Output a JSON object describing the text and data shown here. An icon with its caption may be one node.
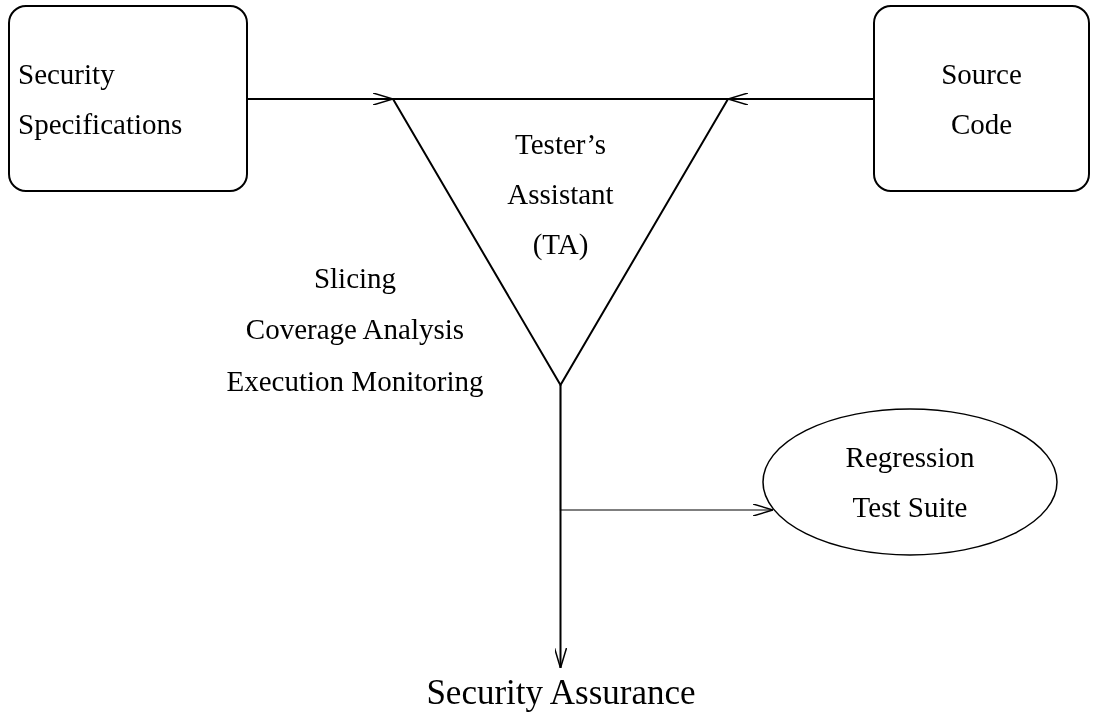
{
  "diagram": {
    "nodes": [
      {
        "text": [
          "Security Specifications"
        ]
      },
      {
        "text": [
          "Source Code"
        ]
      },
      {
        "text": [
          "Tester’s Assistant (TA)"
        ]
      },
      {
        "text": [
          "Regression Test Suite"
        ]
      },
      {
        "text": [
          "Security Assurance"
        ]
      }
    ],
    "edges": [
      {
        "from": 0,
        "to": 2,
        "arrow": "to"
      },
      {
        "from": 1,
        "to": 2,
        "arrow": "to"
      },
      {
        "from": 2,
        "to": 4,
        "arrow": "to"
      },
      {
        "from": 2,
        "to": 3,
        "arrow": "to"
      }
    ],
    "labels": [
      "Slicing",
      "Coverage Analysis",
      "Execution Monitoring"
    ]
  }
}
